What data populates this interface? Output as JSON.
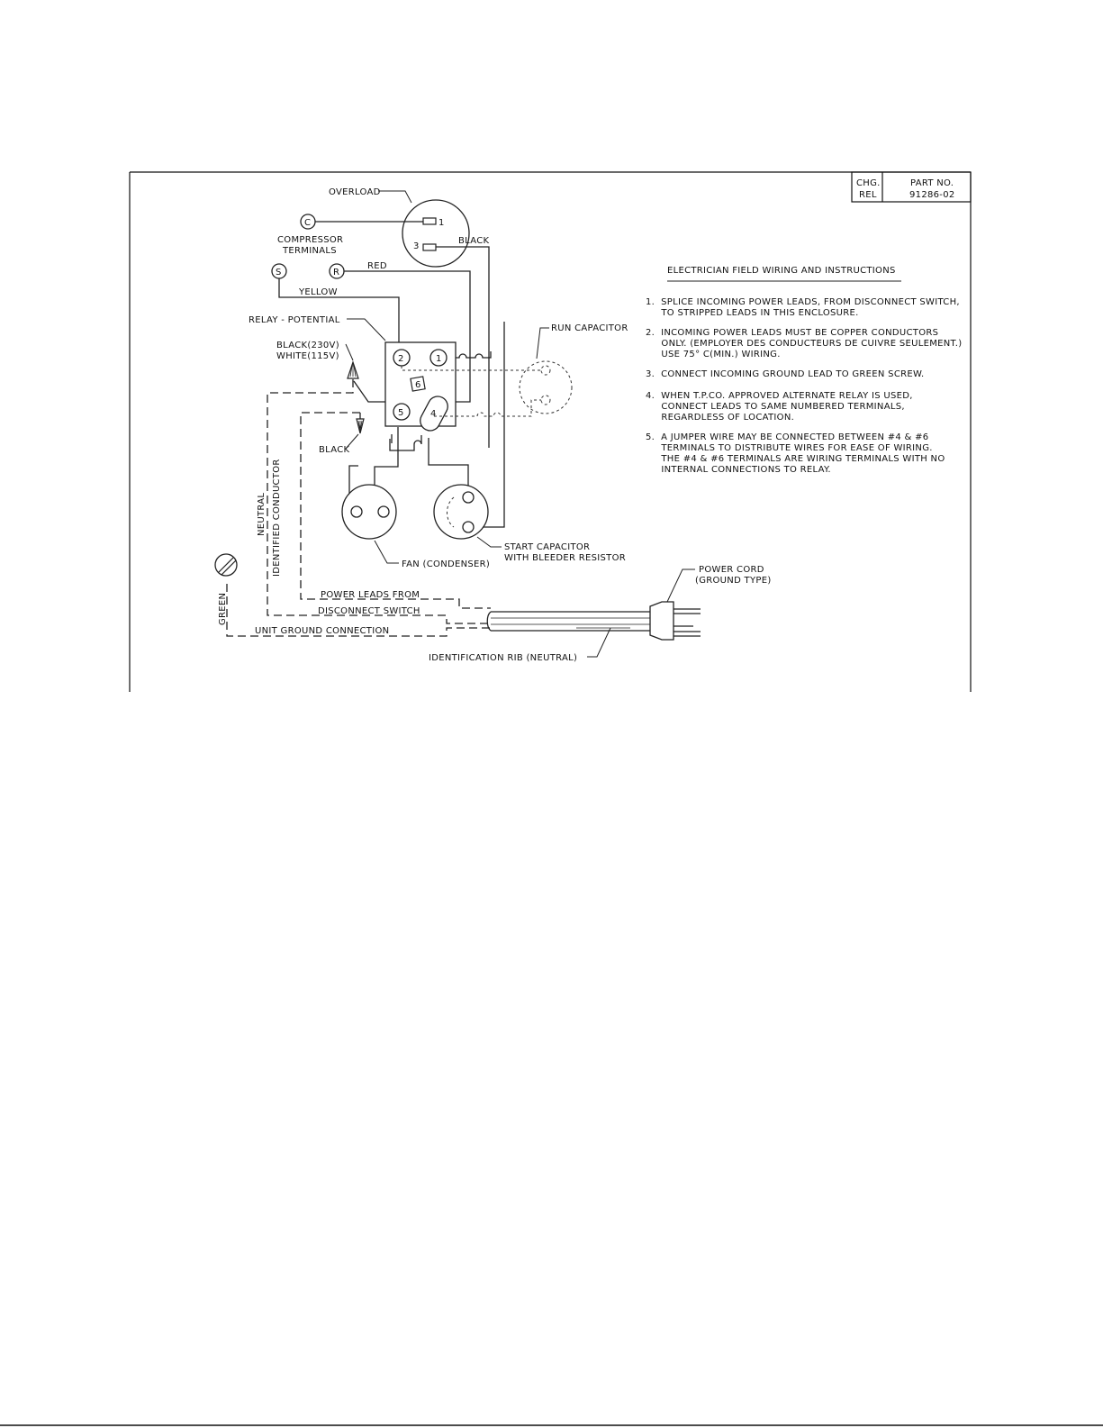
{
  "title_block": {
    "chg_label": "CHG.",
    "rel_label": "REL",
    "part_label": "PART NO.",
    "part_number": "91286-02"
  },
  "labels": {
    "overload": "OVERLOAD",
    "compressor_1": "COMPRESSOR",
    "compressor_2": "TERMINALS",
    "black_top": "BLACK",
    "red": "RED",
    "yellow": "YELLOW",
    "relay": "RELAY - POTENTIAL",
    "black230": "BLACK(230V)",
    "white115": "WHITE(115V)",
    "black_lower": "BLACK",
    "run_capacitor": "RUN CAPACITOR",
    "neutral": "NEUTRAL",
    "identified_conductor": "IDENTIFIED CONDUCTOR",
    "fan": "FAN (CONDENSER)",
    "start_cap_1": "START CAPACITOR",
    "start_cap_2": "WITH BLEEDER RESISTOR",
    "power_cord_1": "POWER CORD",
    "power_cord_2": "(GROUND TYPE)",
    "power_leads_1": "POWER LEADS FROM",
    "power_leads_2": "DISCONNECT SWITCH",
    "green": "GREEN",
    "unit_ground": "UNIT GROUND CONNECTION",
    "id_rib": "IDENTIFICATION RIB (NEUTRAL)"
  },
  "terminals": {
    "c": "C",
    "s": "S",
    "r": "R",
    "ol1": "1",
    "ol3": "3",
    "t1": "1",
    "t2": "2",
    "t4": "4",
    "t5": "5",
    "t6": "6"
  },
  "instructions": {
    "heading": "ELECTRICIAN FIELD WIRING AND INSTRUCTIONS",
    "lines": [
      "1.  SPLICE INCOMING POWER LEADS, FROM DISCONNECT SWITCH,",
      "     TO STRIPPED LEADS IN THIS ENCLOSURE.",
      "2.  INCOMING POWER LEADS MUST BE COPPER CONDUCTORS",
      "     ONLY. (EMPLOYER DES CONDUCTEURS DE CUIVRE SEULEMENT.)",
      "     USE 75° C(MIN.) WIRING.",
      "3.  CONNECT INCOMING GROUND LEAD TO GREEN SCREW.",
      "4.  WHEN T.P.CO. APPROVED ALTERNATE RELAY IS USED,",
      "     CONNECT LEADS TO SAME NUMBERED TERMINALS,",
      "     REGARDLESS OF LOCATION.",
      "5.  A JUMPER WIRE MAY BE CONNECTED BETWEEN #4 & #6",
      "     TERMINALS TO DISTRIBUTE WIRES FOR EASE OF WIRING.",
      "     THE #4 & #6 TERMINALS ARE WIRING TERMINALS WITH NO",
      "     INTERNAL CONNECTIONS TO RELAY."
    ]
  }
}
